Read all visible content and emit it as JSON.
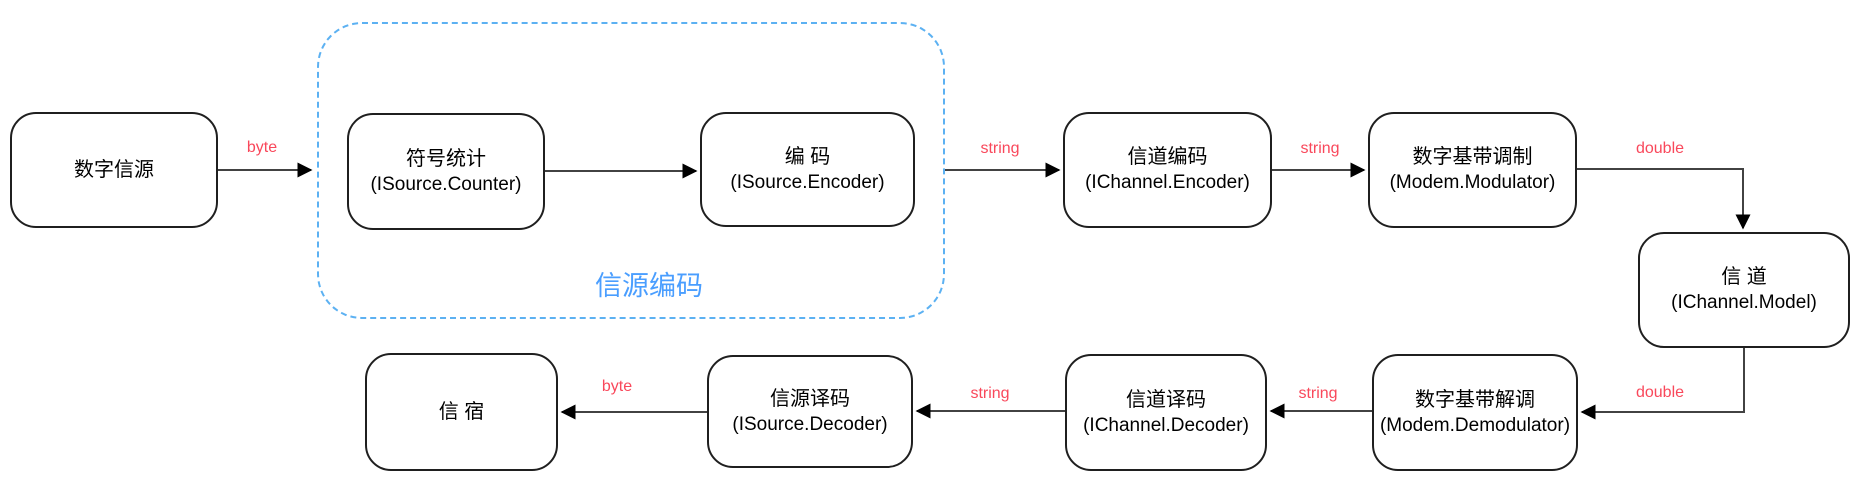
{
  "diagram": {
    "group": {
      "label": "信源编码"
    },
    "nodes": {
      "digital_source": {
        "title": "数字信源"
      },
      "symbol_counter": {
        "title": "符号统计",
        "subtitle": "(ISource.Counter)"
      },
      "source_encoder": {
        "title": "编 码",
        "subtitle": "(ISource.Encoder)"
      },
      "channel_encoder": {
        "title": "信道编码",
        "subtitle": "(IChannel.Encoder)"
      },
      "modulator": {
        "title": "数字基带调制",
        "subtitle": "(Modem.Modulator)"
      },
      "channel": {
        "title": "信 道",
        "subtitle": "(IChannel.Model)"
      },
      "demodulator": {
        "title": "数字基带解调",
        "subtitle": "(Modem.Demodulator)"
      },
      "channel_decoder": {
        "title": "信道译码",
        "subtitle": "(IChannel.Decoder)"
      },
      "source_decoder": {
        "title": "信源译码",
        "subtitle": "(ISource.Decoder)"
      },
      "sink": {
        "title": "信 宿"
      }
    },
    "edge_labels": {
      "top_byte": "byte",
      "top_string_1": "string",
      "top_string_2": "string",
      "top_double": "double",
      "bottom_double": "double",
      "bottom_string_1": "string",
      "bottom_string_2": "string",
      "bottom_byte": "byte"
    },
    "colors": {
      "edge_label": "#f9485b",
      "group_border": "#5cb1f2",
      "group_label": "#4a9eff",
      "connector": "#424242",
      "node_border": "#1f1f1f"
    }
  }
}
